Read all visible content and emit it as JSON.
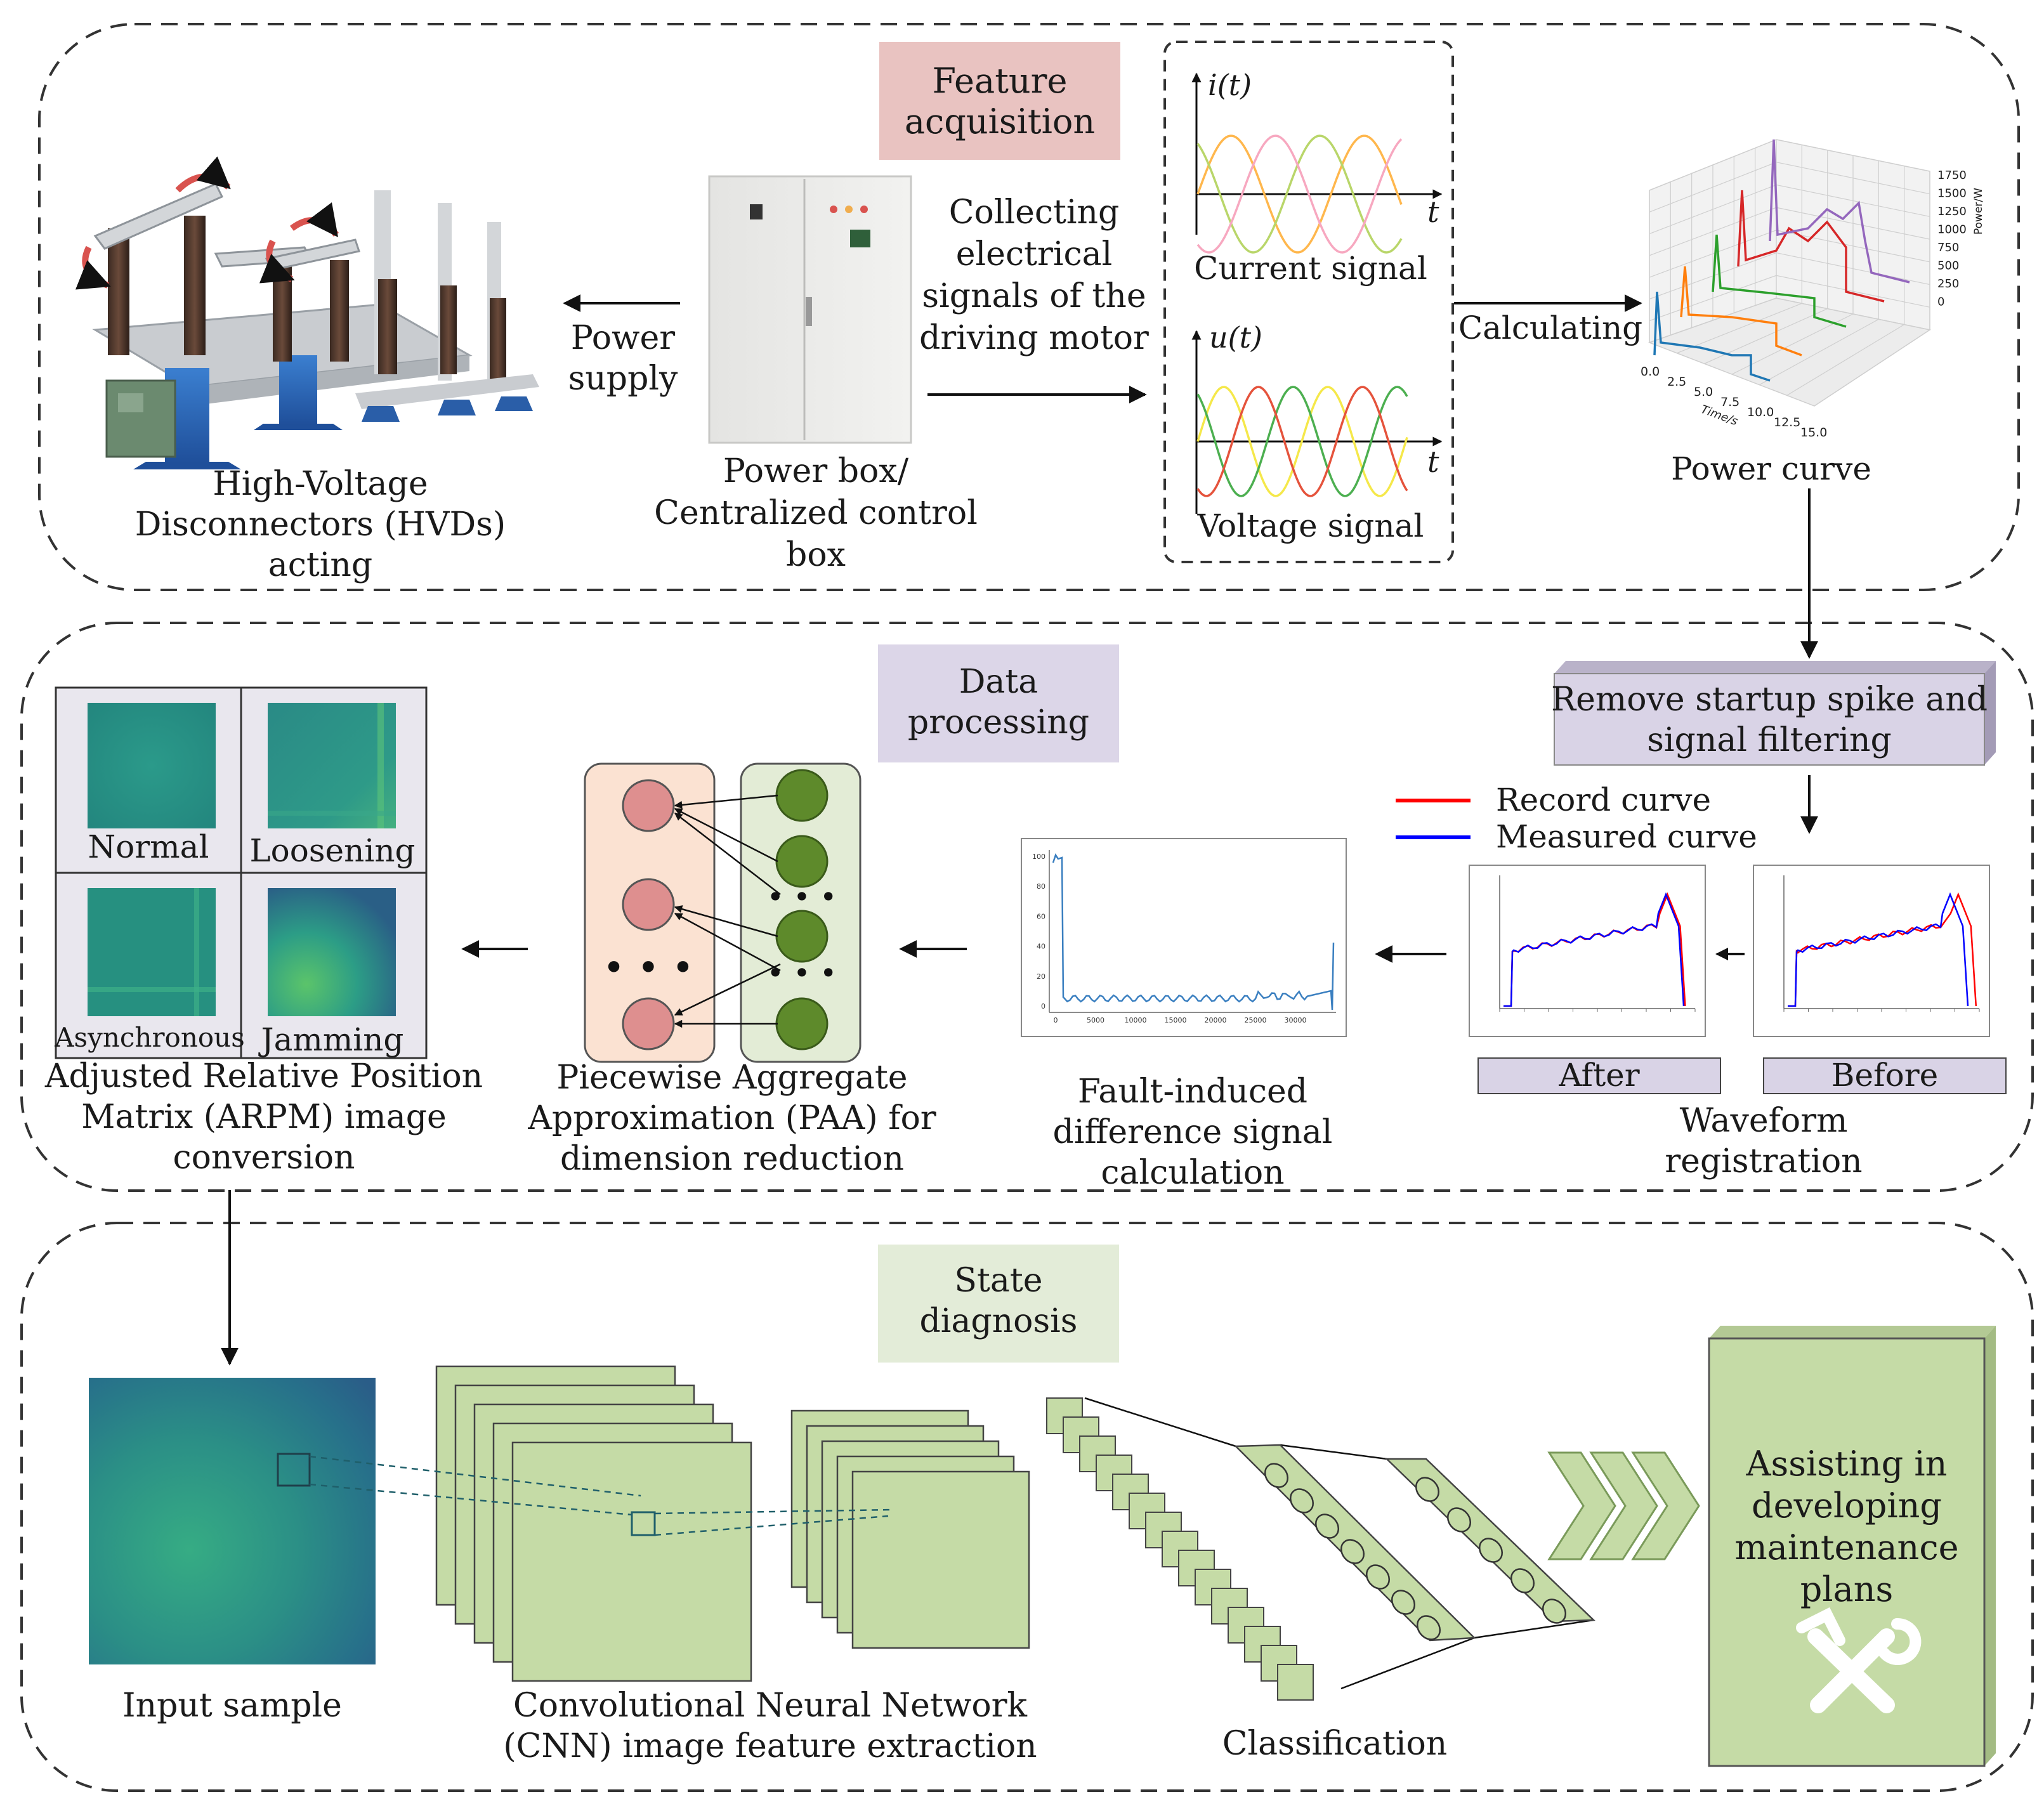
{
  "sections": {
    "feature_acquisition": "Feature\nacquisition",
    "data_processing": "Data\nprocessing",
    "state_diagnosis": "State\ndiagnosis"
  },
  "labels": {
    "hvd": "High-Voltage\nDisconnectors (HVDs)\nacting",
    "power_supply": "Power\nsupply",
    "power_box": "Power box/\nCentralized control\nbox",
    "collecting": "Collecting\nelectrical\nsignals of the\ndriving motor",
    "current_signal": "Current signal",
    "voltage_signal": "Voltage signal",
    "current_axis": "i(t)",
    "voltage_axis": "u(t)",
    "t_axis": "t",
    "calculating": "Calculating",
    "power_curve": "Power curve",
    "remove_spike": "Remove startup spike and\nsignal filtering",
    "record_curve": "Record curve",
    "measured_curve": "Measured curve",
    "after": "After",
    "before": "Before",
    "waveform_registration": "Waveform\nregistration",
    "fault_induced": "Fault-induced\ndifference signal\ncalculation",
    "paa": "Piecewise Aggregate\nApproximation (PAA) for\ndimension reduction",
    "arpm": "Adjusted Relative Position\nMatrix (ARPM) image\nconversion",
    "normal": "Normal",
    "loosening": "Loosening",
    "asynchronous": "Asynchronous",
    "jamming": "Jamming",
    "input_sample": "Input sample",
    "cnn": "Convolutional Neural Network\n(CNN) image feature extraction",
    "classification": "Classification",
    "assisting": "Assisting in\ndeveloping\nmaintenance\nplans",
    "power_axis_label": "Power/W",
    "time_axis_label": "Time/s",
    "power_ticks": [
      "1750",
      "1500",
      "1250",
      "1000",
      "750",
      "500",
      "250",
      "0"
    ],
    "time_ticks": [
      "0.0",
      "2.5",
      "5.0",
      "7.5",
      "10.0",
      "12.5",
      "15.0"
    ],
    "diff_yticks": [
      "100",
      "80",
      "60",
      "40",
      "20",
      "0"
    ],
    "diff_xticks": [
      "0",
      "5000",
      "10000",
      "15000",
      "20000",
      "25000",
      "30000"
    ]
  },
  "colors": {
    "feature_bg": "#e9c3c1",
    "data_bg": "#dcd6e8",
    "state_bg": "#e3ecd8",
    "remove_box": "#d9d3e6",
    "record": "#ff0000",
    "measured": "#0000ff",
    "green_layer": "#c5dba6",
    "green_node": "#5e8a2b",
    "pink_node": "#de8f8f",
    "pink_panel": "#fbe2d2",
    "green_panel": "#e3ecd6"
  }
}
